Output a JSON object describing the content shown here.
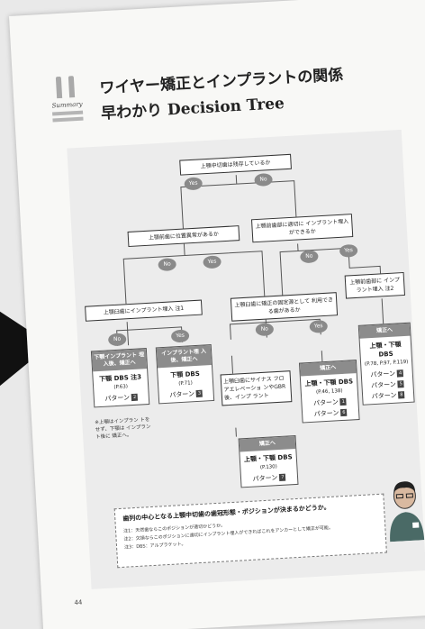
{
  "summary_label": "Summary",
  "title_line1": "ワイヤー矯正とインプラントの関係",
  "title_line2": "早わかり Decision Tree",
  "tree": {
    "q_root": "上顎中切歯は残存しているか",
    "yes": "Yes",
    "no": "No",
    "q_left": "上顎前歯に位置異常があるか",
    "q_right": "上顎前歯部に適切に インプラント埋入ができるか",
    "q_ll": "上顎臼歯にインプラント埋入 注1",
    "q_lr": "上顎臼歯に矯正の固定源として 利用できる歯があるか",
    "q_rr": "上顎前歯部に インプラント埋入 注2",
    "q_sinus": "上顎臼歯にサイナス フロアエレベーショ ンやGBR後、インプ ラント",
    "r1": {
      "head": "下顎インプラント 埋入後、矯正へ",
      "dbs": "下顎 DBS 注3",
      "page": "(P.63)",
      "pattern": "パターン",
      "num": "2"
    },
    "note_r1": "※上顎はインプラン トをせず、下顎は インプラント後に 矯正へ。",
    "r2": {
      "head": "インプラント埋 入後、矯正へ",
      "dbs": "下顎 DBS",
      "page": "(P.71)",
      "pattern": "パターン",
      "num": "3"
    },
    "r3": {
      "head": "矯正へ",
      "dbs": "上顎・下顎 DBS",
      "page": "(P.46, 138)",
      "pattern1": "パターン",
      "num1": "1",
      "pattern2": "パターン",
      "num2": "6"
    },
    "r4": {
      "head": "矯正へ",
      "dbs": "上顎・下顎 DBS",
      "page": "(P.78, P.97, P.119)",
      "pattern1": "パターン",
      "num1": "4",
      "pattern2": "パターン",
      "num2": "5",
      "pattern3": "パターン",
      "num3": "8"
    },
    "r5": {
      "head": "矯正へ",
      "dbs": "上顎・下顎 DBS",
      "page": "(P.130)",
      "pattern": "パターン",
      "num": "7"
    }
  },
  "bubble": {
    "main": "歯列の中心となる上顎中切歯の歯冠形態・ポジションが決まるかどうか。",
    "note1": "注1：天然歯ならこのポジションが適切かどうか。",
    "note2": "注2：欠損ならこのポジションに適切にインプラント埋入ができればこれをアンカーとして矯正が可能。",
    "note3": "注3：DBS：アルプラケット。"
  },
  "page_number": "44"
}
